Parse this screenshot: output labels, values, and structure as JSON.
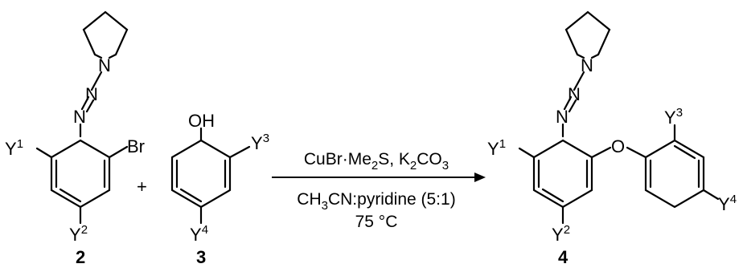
{
  "scheme": {
    "reactant_2": {
      "number": "2",
      "atoms": {
        "n1": "N",
        "n2": "N",
        "n3": "N",
        "br": "Br",
        "y1": "Y",
        "y1_sup": "1",
        "y2": "Y",
        "y2_sup": "2"
      }
    },
    "plus": "+",
    "reactant_3": {
      "number": "3",
      "atoms": {
        "oh": "OH",
        "y3": "Y",
        "y3_sup": "3",
        "y4": "Y",
        "y4_sup": "4"
      }
    },
    "conditions": {
      "reagent_parts": [
        "CuBr·Me",
        "2",
        "S, K",
        "2",
        "CO",
        "3"
      ],
      "solvent_parts": [
        "CH",
        "3",
        "CN:pyridine (5:1)"
      ],
      "temperature": "75 °C"
    },
    "product_4": {
      "number": "4",
      "atoms": {
        "n1": "N",
        "n2": "N",
        "n3": "N",
        "o": "O",
        "y1": "Y",
        "y1_sup": "1",
        "y2": "Y",
        "y2_sup": "2",
        "y3": "Y",
        "y3_sup": "3",
        "y4": "Y",
        "y4_sup": "4"
      }
    }
  }
}
